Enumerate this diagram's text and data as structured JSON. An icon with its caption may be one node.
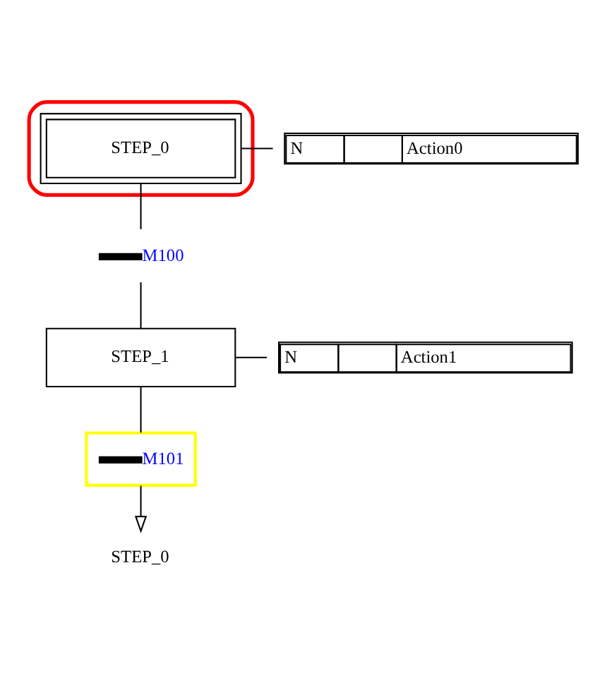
{
  "diagram": {
    "nodes": [
      {
        "text": [],
        "shape": "ellipse"
      },
      {
        "text": [
          "STEP_0"
        ],
        "in": 0
      },
      {
        "text": [
          "N",
          "Action0"
        ]
      },
      {
        "text": [
          "M100"
        ]
      },
      {
        "text": [
          "STEP_1"
        ]
      },
      {
        "text": [
          "N",
          "Action1"
        ]
      },
      {
        "text": [
          "M101"
        ]
      },
      {
        "text": [
          "STEP_0"
        ]
      }
    ],
    "edges": [
      {
        "from": 1,
        "to": 2,
        "arrow": "none"
      },
      {
        "from": 1,
        "to": 3,
        "arrow": "none"
      },
      {
        "from": 3,
        "to": 4,
        "arrow": "none"
      },
      {
        "from": 4,
        "to": 5,
        "arrow": "none"
      },
      {
        "from": 4,
        "to": 6,
        "arrow": "none"
      },
      {
        "from": 6,
        "to": 7,
        "arrow": "to"
      }
    ]
  }
}
